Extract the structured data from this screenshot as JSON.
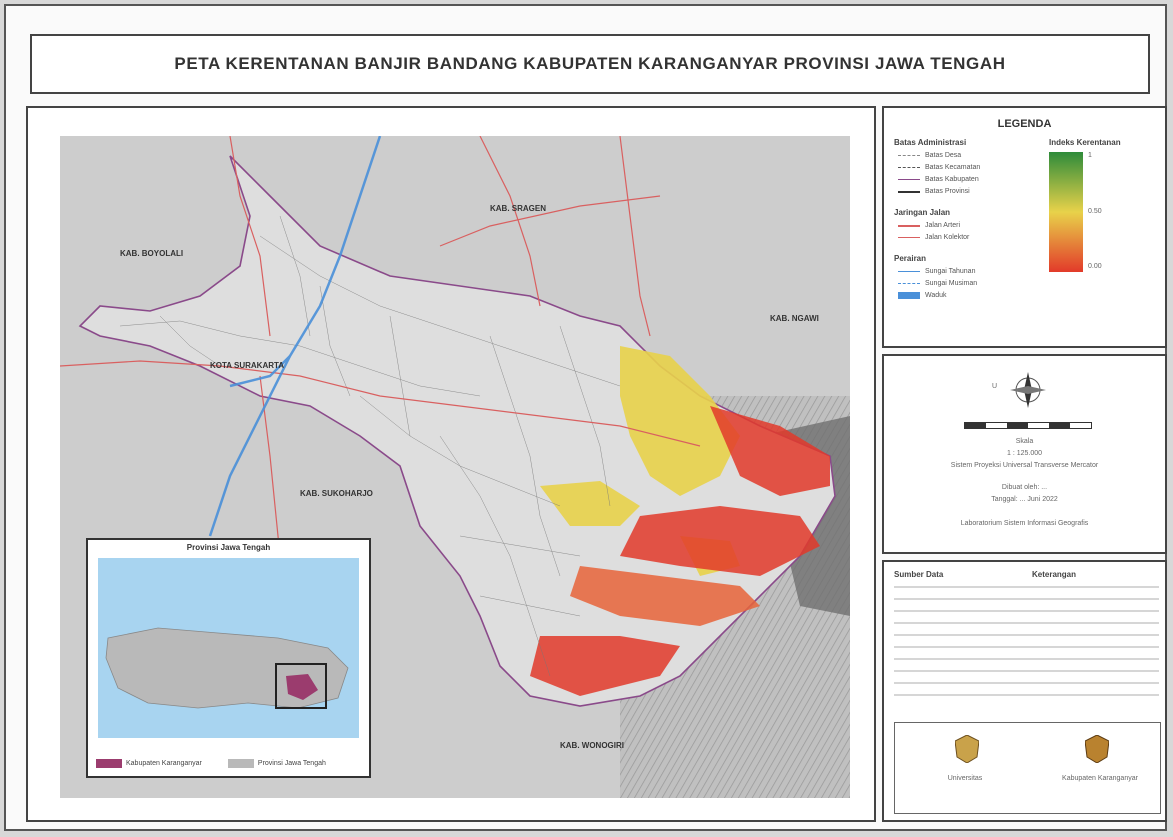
{
  "title": "PETA KERENTANAN BANJIR BANDANG KABUPATEN KARANGANYAR PROVINSI JAWA TENGAH",
  "map": {
    "labels": {
      "sragen": "KAB. SRAGEN",
      "boyolali": "KAB. BOYOLALI",
      "surakarta": "KOTA SURAKARTA",
      "sukoharjo": "KAB. SUKOHARJO",
      "ngawi": "KAB. NGAWI",
      "wonogiri": "KAB. WONOGIRI"
    }
  },
  "inset": {
    "title": "Provinsi Jawa Tengah",
    "legend_a": "Kabupaten Karanganyar",
    "legend_b": "Provinsi Jawa Tengah"
  },
  "legend": {
    "title": "LEGENDA",
    "admin_header": "Batas Administrasi",
    "admin_items": [
      "Batas Desa",
      "Batas Kecamatan",
      "Batas Kabupaten",
      "Batas Provinsi"
    ],
    "road_header": "Jaringan Jalan",
    "road_items": [
      "Jalan Arteri",
      "Jalan Kolektor"
    ],
    "water_header": "Perairan",
    "water_items": [
      "Sungai Tahunan",
      "Sungai Musiman",
      "Waduk"
    ],
    "scale_header": "Indeks Kerentanan",
    "scale_values": [
      "1",
      "0.50",
      "0.00"
    ],
    "colors": {
      "high": "#2e8b3a",
      "mid": "#e8d24a",
      "low": "#e23a2a",
      "river": "#4a90d9",
      "road": "#d96060"
    }
  },
  "info": {
    "scale_label": "Skala",
    "scale_value": "1 : 125.000",
    "projection": "Sistem Proyeksi Universal Transverse Mercator",
    "author": "Dibuat oleh: ...",
    "date": "Tanggal: ... Juni 2022",
    "agency": "Laboratorium Sistem Informasi Geografis"
  },
  "sources": {
    "header_left": "Sumber Data",
    "header_right": "Keterangan",
    "logo_left_caption": "Universitas",
    "logo_right_caption": "Kabupaten Karanganyar"
  },
  "north_label": "U"
}
